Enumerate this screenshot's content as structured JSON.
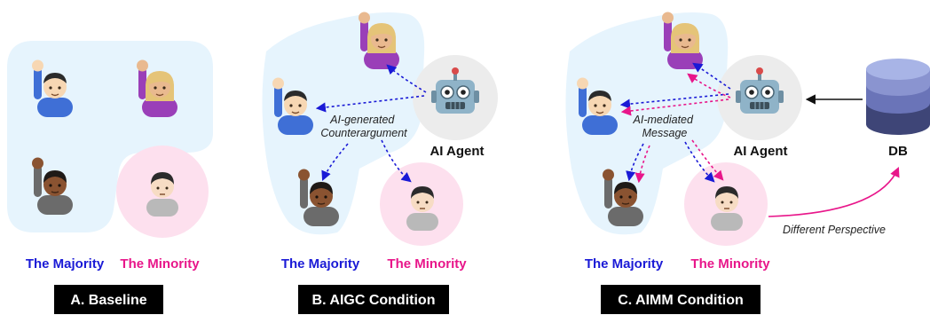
{
  "colors": {
    "majority": "#1a1ad6",
    "minority": "#e8168a",
    "blob": "#e6f4fd",
    "minority_circle": "#fde0ee",
    "agent_circle": "#ececec",
    "banner": "#000000",
    "db_top": "#a8b4e6",
    "db_mid": "#6a74b8",
    "db_bottom": "#3e4577"
  },
  "icons": {
    "person": "raising-hand-person-icon",
    "minority_person": "neutral-person-icon",
    "agent": "robot-icon",
    "db": "database-icon"
  },
  "panels": [
    {
      "id": "a",
      "banner": "A. Baseline",
      "majority_label": "The Majority",
      "minority_label": "The Minority"
    },
    {
      "id": "b",
      "banner": "B. AIGC Condition",
      "majority_label": "The Majority",
      "minority_label": "The Minority",
      "agent_label": "AI Agent",
      "message_label": [
        "AI-generated",
        "Counterargument"
      ]
    },
    {
      "id": "c",
      "banner": "C. AIMM Condition",
      "majority_label": "The Majority",
      "minority_label": "The Minority",
      "agent_label": "AI Agent",
      "message_label": [
        "AI-mediated",
        "Message"
      ],
      "db_label": "DB",
      "perspective_label": "Different Perspective"
    }
  ]
}
